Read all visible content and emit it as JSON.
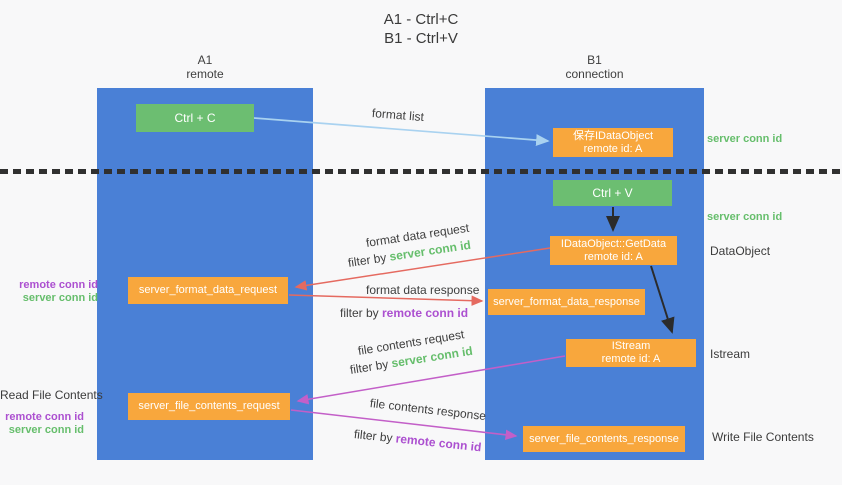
{
  "title": {
    "line1": "A1 - Ctrl+C",
    "line2": "B1 - Ctrl+V"
  },
  "columns": {
    "a1": {
      "name": "A1",
      "subtitle": "remote"
    },
    "b1": {
      "name": "B1",
      "subtitle": "connection"
    }
  },
  "nodes": {
    "ctrl_c": {
      "label": "Ctrl + C"
    },
    "save_idataobject": {
      "line1": "保存IDataObject",
      "line2": "remote id: A"
    },
    "ctrl_v": {
      "label": "Ctrl + V"
    },
    "getdata": {
      "line1": "IDataObject::GetData",
      "line2": "remote id: A"
    },
    "format_request": {
      "label": "server_format_data_request"
    },
    "format_response": {
      "label": "server_format_data_response"
    },
    "istream": {
      "line1": "IStream",
      "line2": "remote id: A"
    },
    "file_request": {
      "label": "server_file_contents_request"
    },
    "file_response": {
      "label": "server_file_contents_response"
    }
  },
  "edge_labels": {
    "format_list": "format list",
    "format_data_request": "format data request",
    "format_data_request_filter": {
      "prefix": "filter by ",
      "key": "server conn id"
    },
    "format_data_response": "format data response",
    "format_data_response_filter": {
      "prefix": "filter by ",
      "key": "remote conn id"
    },
    "file_contents_request": "file contents request",
    "file_contents_request_filter": {
      "prefix": "filter by ",
      "key": "server conn id"
    },
    "file_contents_response": "file contents response",
    "file_contents_response_filter": {
      "prefix": "filter by ",
      "key": "remote conn id"
    }
  },
  "side_labels": {
    "right": {
      "server_conn_id_top": "server conn id",
      "server_conn_id_mid": "server conn id",
      "dataobject": "DataObject",
      "istream": "Istream",
      "write_file_contents": "Write File Contents"
    },
    "left": {
      "remote_conn_id_top": "remote conn id",
      "server_conn_id_top": "server conn id",
      "read_file_contents": "Read File Contents",
      "remote_conn_id_bottom": "remote conn id",
      "server_conn_id_bottom": "server conn id"
    }
  },
  "colors": {
    "panel_blue": "#4A80D6",
    "green_box": "#6CBE71",
    "orange_box": "#F8A73D",
    "green_text": "#66BE6C",
    "purple_text": "#AC50D0",
    "red_arrow": "#E56A60",
    "purple_arrow": "#C35FC8",
    "light_blue_arrow": "#A9D2F0",
    "black_arrow": "#2B2B2B"
  }
}
